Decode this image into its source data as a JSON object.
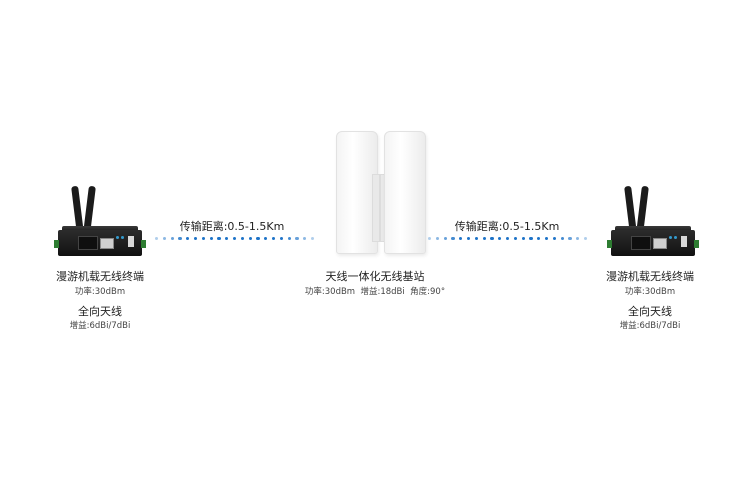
{
  "left_terminal": {
    "title": "漫游机载无线终端",
    "power": "功率:30dBm",
    "antenna_title": "全向天线",
    "antenna_gain": "增益:6dBi/7dBi"
  },
  "right_terminal": {
    "title": "漫游机载无线终端",
    "power": "功率:30dBm",
    "antenna_title": "全向天线",
    "antenna_gain": "增益:6dBi/7dBi"
  },
  "base_station": {
    "title": "天线一体化无线基站",
    "specs": "功率:30dBm  增益:18dBi  角度:90°"
  },
  "links": {
    "left_distance": "传输距离:0.5-1.5Km",
    "right_distance": "传输距离:0.5-1.5Km"
  },
  "colors": {
    "link_dots": "#1e73c8",
    "device_body": "#1b1b1b",
    "device_accent": "#2e7d32"
  }
}
